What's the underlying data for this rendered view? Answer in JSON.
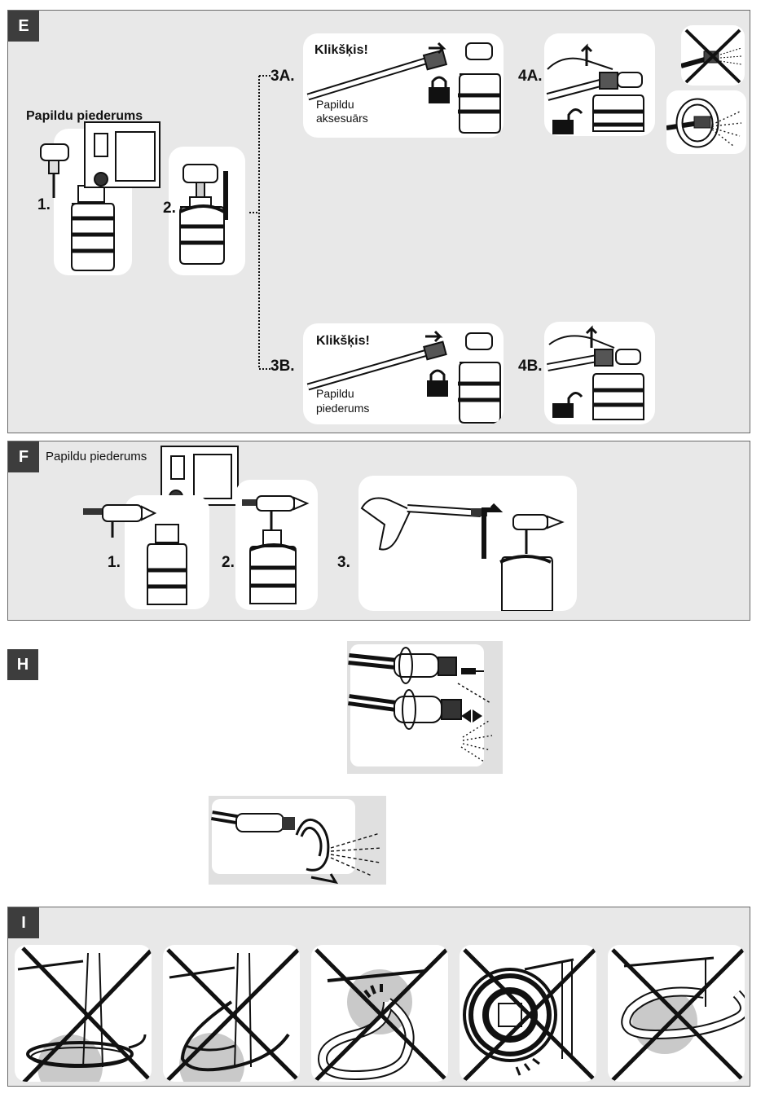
{
  "sections": {
    "E": {
      "tag": "E",
      "accessory_label": "Papildu piederums",
      "steps": [
        "1.",
        "2.",
        "3A.",
        "4A.",
        "3B.",
        "4B."
      ],
      "click_text_a": "Klikšķis!",
      "click_text_b": "Klikšķis!",
      "callout_a": [
        "Papildu",
        "aksesuārs"
      ],
      "callout_b": [
        "Papildu",
        "piederums"
      ]
    },
    "F": {
      "tag": "F",
      "accessory_label": "Papildu piederums",
      "steps": [
        "1.",
        "2.",
        "3."
      ]
    },
    "H": {
      "tag": "H"
    },
    "I": {
      "tag": "I"
    }
  },
  "icons": [
    "lock-closed-icon",
    "lock-open-icon",
    "arrow-right-icon",
    "arrow-up-icon",
    "prohibited-cross-icon",
    "rotate-arrow-icon",
    "jet-pencil-icon",
    "jet-fan-icon"
  ],
  "colors": {
    "panel_bg": "#e8e8e8",
    "tag_bg": "#3d3d3d",
    "card_bg": "#ffffff",
    "ink": "#111111"
  }
}
